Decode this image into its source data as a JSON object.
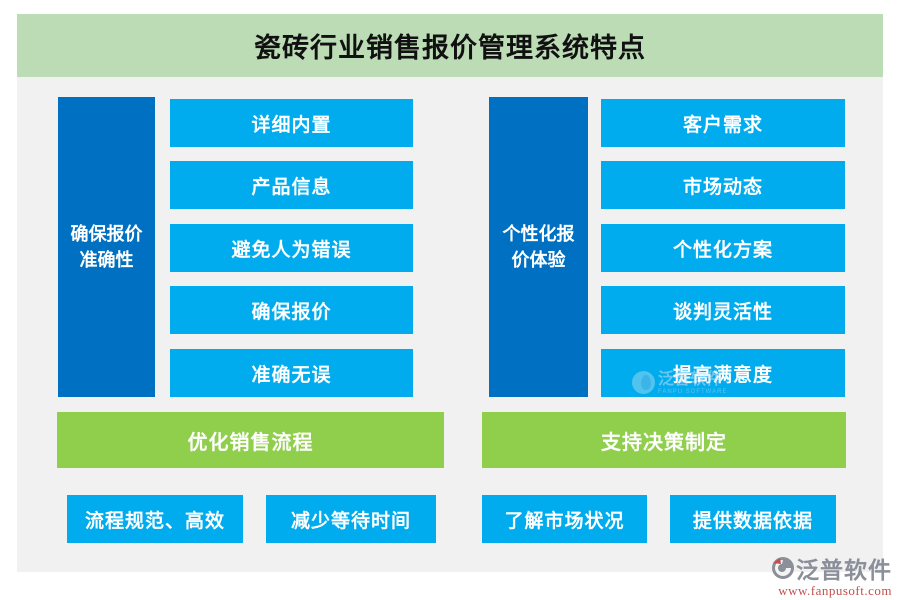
{
  "title": "瓷砖行业销售报价管理系统特点",
  "colors": {
    "title_band_bg": "#bcdcb6",
    "content_bg": "#f1f1f2",
    "header_blue": "#0071c2",
    "bar_cyan": "#00acee",
    "summary_green": "#90cf4c",
    "logo_gray": "#8a8f99",
    "logo_url_red": "#c1504c"
  },
  "columns": [
    {
      "header": "确保报价准确性",
      "items": [
        "详细内置",
        "产品信息",
        "避免人为错误",
        "确保报价",
        "准确无误"
      ],
      "summary": "优化销售流程",
      "footers": [
        "流程规范、高效",
        "减少等待时间"
      ]
    },
    {
      "header": "个性化报价体验",
      "items": [
        "客户需求",
        "市场动态",
        "个性化方案",
        "谈判灵活性",
        "提高满意度"
      ],
      "summary": "支持决策制定",
      "footers": [
        "了解市场状况",
        "提供数据依据"
      ]
    }
  ],
  "watermark": {
    "text": "泛普软件",
    "subtext": "FANPU SOFTWARE"
  },
  "logo": {
    "name": "泛普软件",
    "url": "www.fanpusoft.com"
  }
}
